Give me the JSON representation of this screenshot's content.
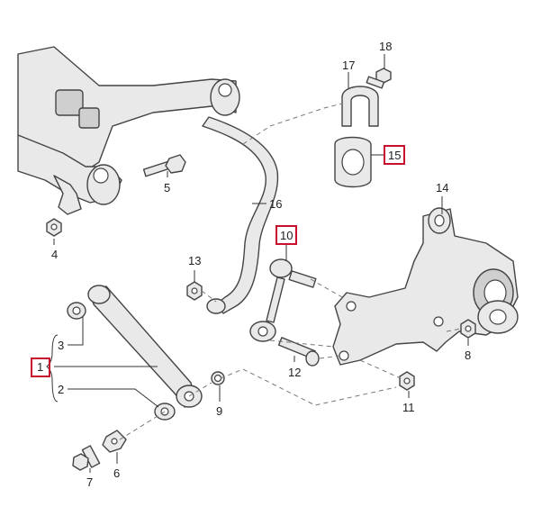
{
  "diagram": {
    "labels": [
      {
        "id": "1",
        "text": "1",
        "highlighted": true
      },
      {
        "id": "2",
        "text": "2",
        "highlighted": false
      },
      {
        "id": "3",
        "text": "3",
        "highlighted": false
      },
      {
        "id": "4",
        "text": "4",
        "highlighted": false
      },
      {
        "id": "5",
        "text": "5",
        "highlighted": false
      },
      {
        "id": "6",
        "text": "6",
        "highlighted": false
      },
      {
        "id": "7",
        "text": "7",
        "highlighted": false
      },
      {
        "id": "8",
        "text": "8",
        "highlighted": false
      },
      {
        "id": "9",
        "text": "9",
        "highlighted": false
      },
      {
        "id": "10",
        "text": "10",
        "highlighted": true
      },
      {
        "id": "11",
        "text": "11",
        "highlighted": false
      },
      {
        "id": "12",
        "text": "12",
        "highlighted": false
      },
      {
        "id": "13",
        "text": "13",
        "highlighted": false
      },
      {
        "id": "14",
        "text": "14",
        "highlighted": false
      },
      {
        "id": "15",
        "text": "15",
        "highlighted": true
      },
      {
        "id": "16",
        "text": "16",
        "highlighted": false
      },
      {
        "id": "17",
        "text": "17",
        "highlighted": false
      },
      {
        "id": "18",
        "text": "18",
        "highlighted": false
      }
    ],
    "highlight_color": "#c8102e"
  }
}
